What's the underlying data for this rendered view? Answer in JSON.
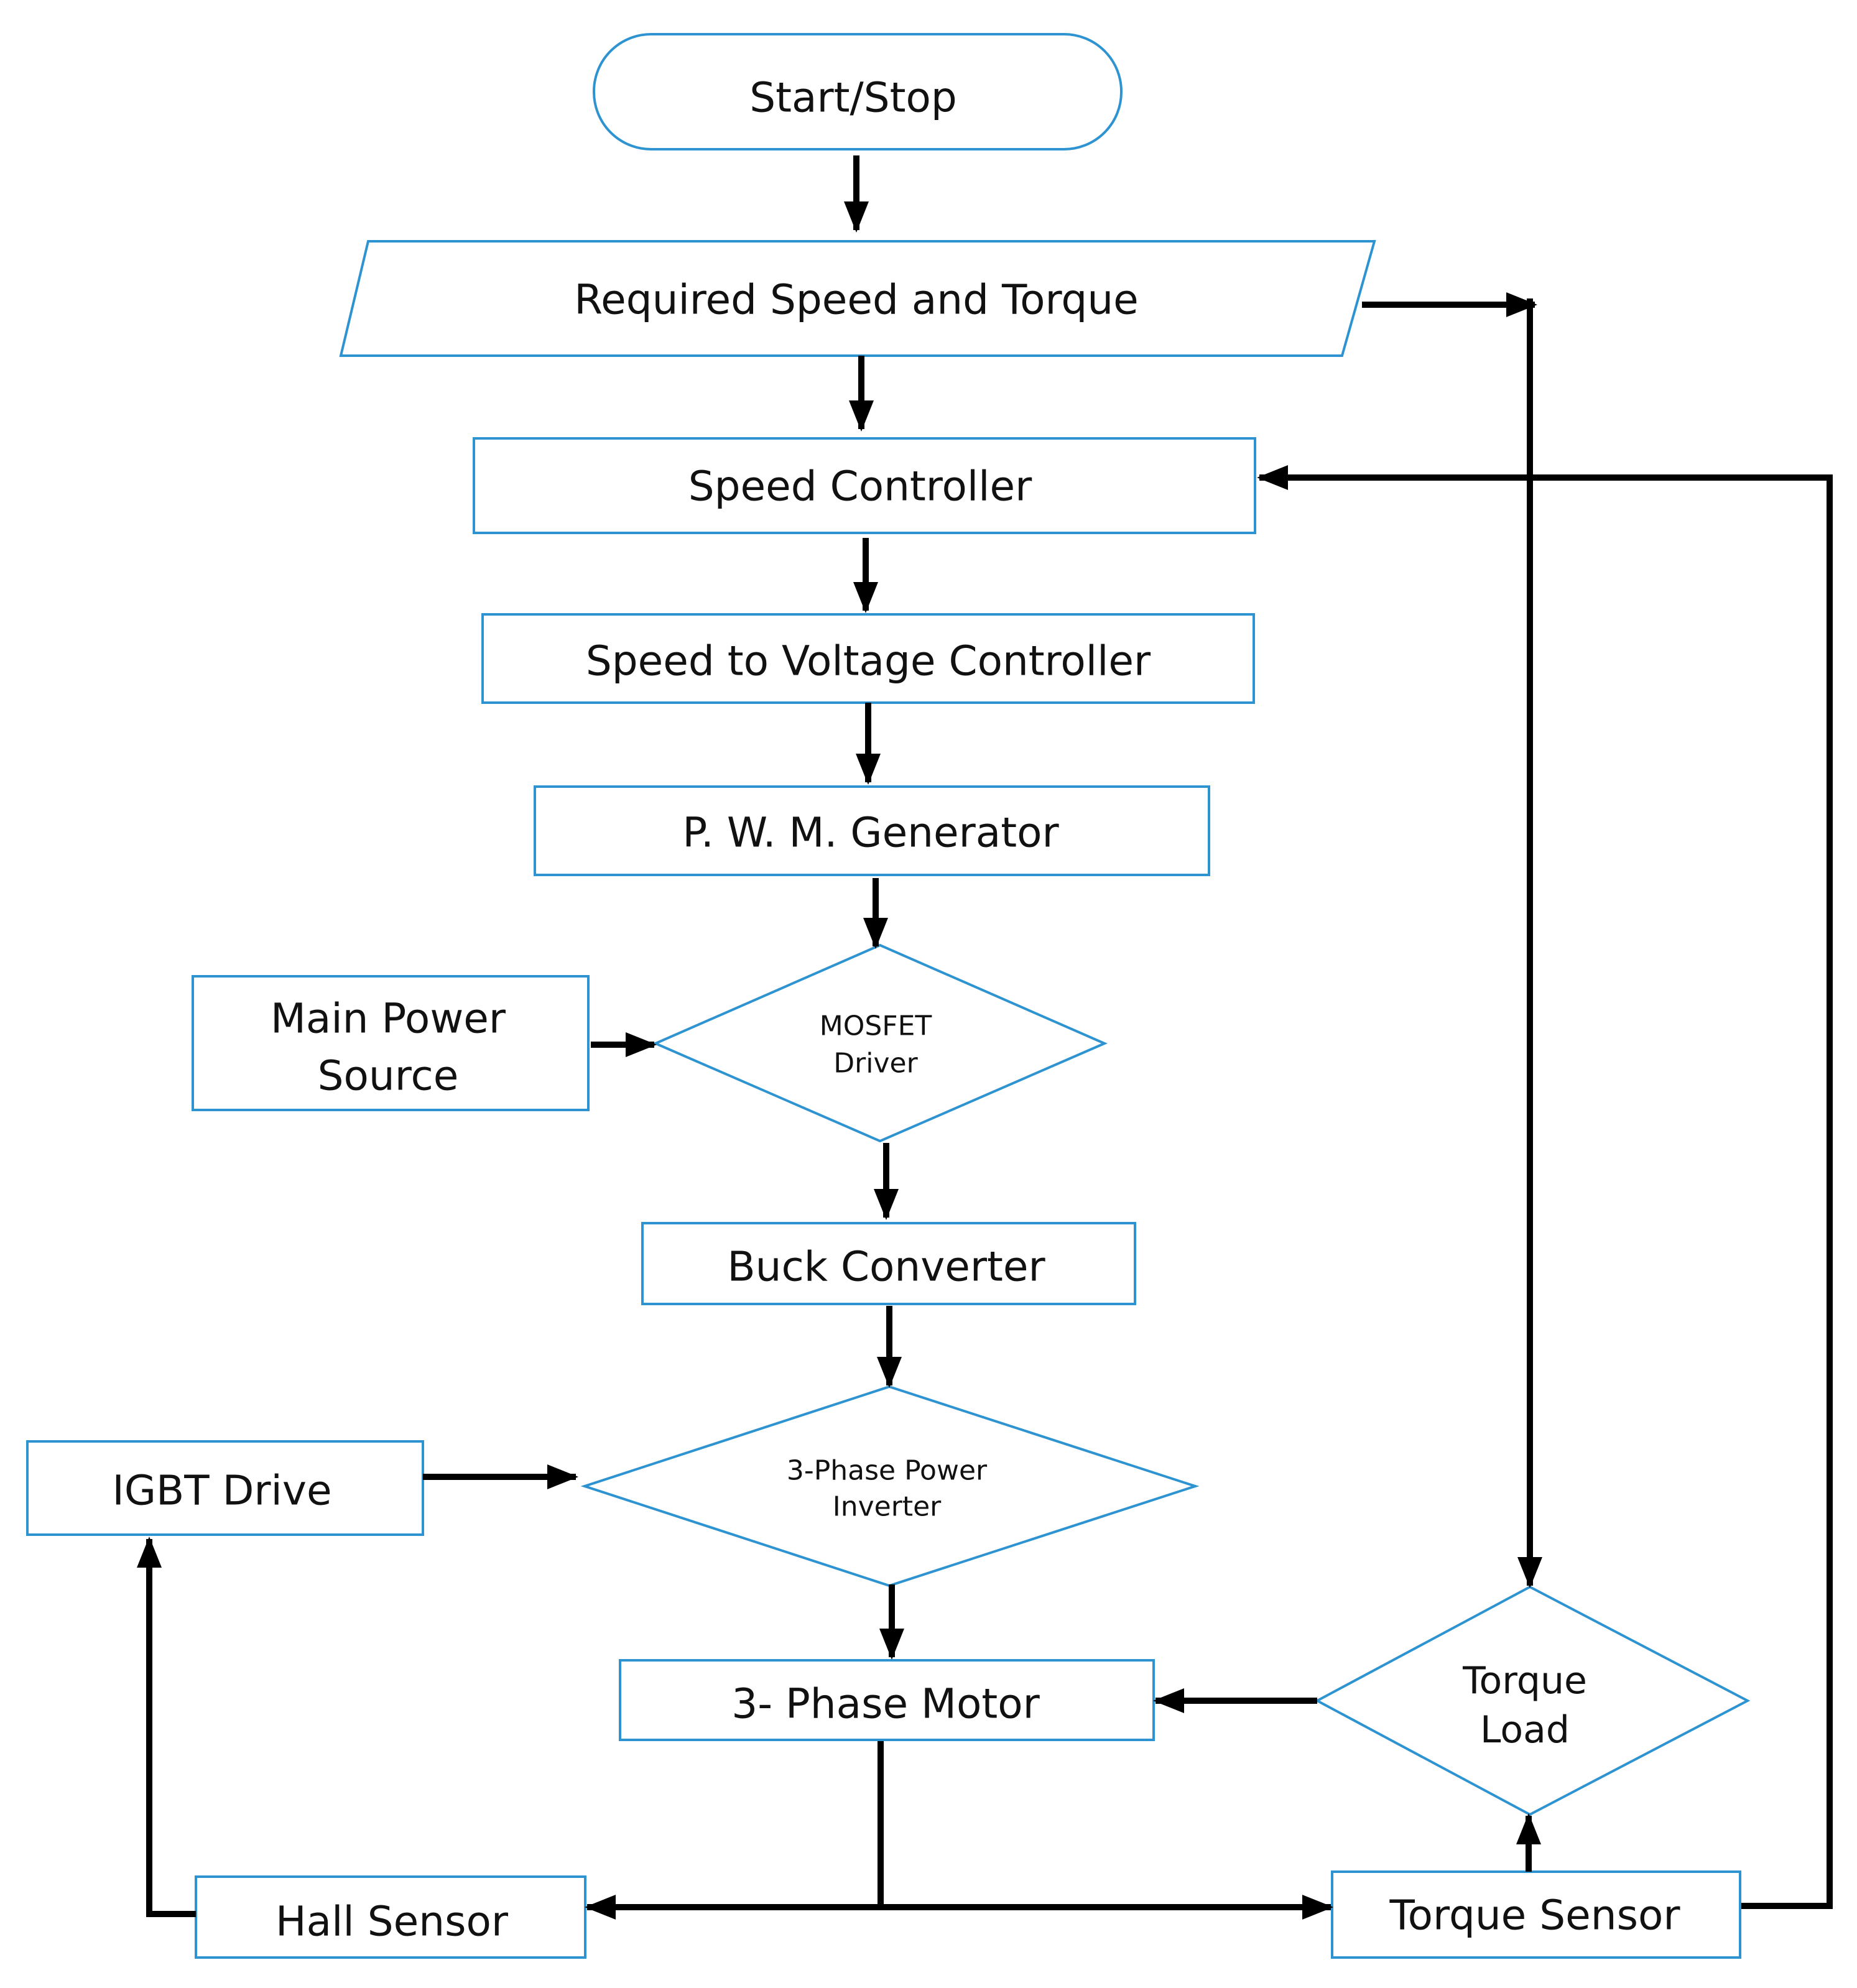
{
  "colors": {
    "node_border": "#2e93d1",
    "node_fill": "#ffffff",
    "arrow": "#000000",
    "text": "#111111"
  },
  "nodes": {
    "start_stop": "Start/Stop",
    "required_speed_torque": "Required Speed and Torque",
    "speed_controller": "Speed Controller",
    "speed_to_voltage": "Speed to Voltage Controller",
    "pwm_generator": "P. W. M. Generator",
    "main_power_source": {
      "line1": "Main Power",
      "line2": "Source"
    },
    "mosfet_driver": {
      "line1": "MOSFET",
      "line2": "Driver"
    },
    "buck_converter": "Buck Converter",
    "igbt_drive": "IGBT Drive",
    "three_phase_inverter": {
      "line1": "3-Phase Power",
      "line2": "Inverter"
    },
    "three_phase_motor": "3- Phase Motor",
    "torque_load": {
      "line1": "Torque",
      "line2": "Load"
    },
    "hall_sensor": "Hall Sensor",
    "torque_sensor": "Torque Sensor"
  }
}
